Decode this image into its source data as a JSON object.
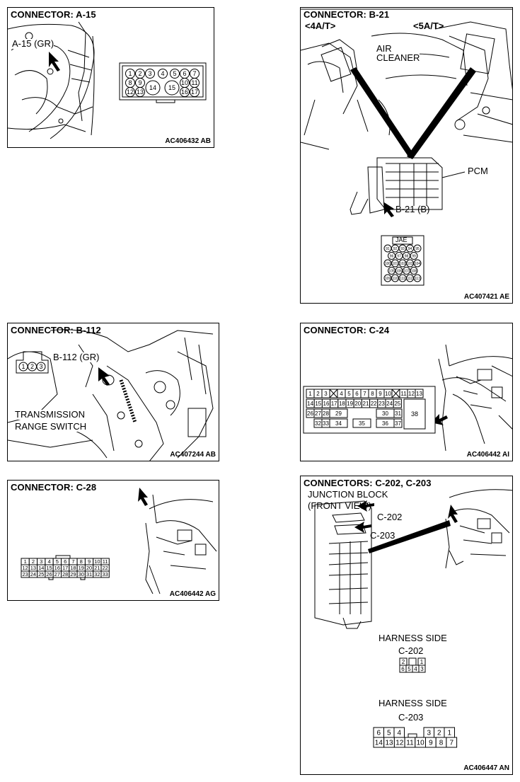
{
  "panels": {
    "a15": {
      "title": "CONNECTOR: A-15",
      "callout": "A-15 (GR)",
      "ref": "AC406432 AB",
      "pins": [
        "1",
        "2",
        "3",
        "4",
        "5",
        "6",
        "7",
        "8",
        "9",
        "10",
        "11",
        "12",
        "13",
        "14",
        "15",
        "16",
        "17"
      ]
    },
    "b21": {
      "title": "CONNECTOR: B-21",
      "variant_4at": "<4A/T>",
      "variant_5at": "<5A/T>",
      "air_cleaner_1": "AIR",
      "air_cleaner_2": "CLEANER",
      "pcm": "PCM",
      "callout": "B-21 (B)",
      "jae": "JAE",
      "ref": "AC407421 AE",
      "pin_rows": [
        [
          "91",
          "92",
          "93",
          "94",
          "95"
        ],
        [
          "96",
          "97",
          "98",
          "99"
        ],
        [
          "100",
          "101",
          "102",
          "103",
          "104"
        ],
        [
          "105",
          "106",
          "107",
          "108"
        ],
        [
          "109",
          "110",
          "111",
          "112",
          "113"
        ]
      ]
    },
    "b112": {
      "title": "CONNECTOR: B-112",
      "callout": "B-112 (GR)",
      "switch_1": "TRANSMISSION",
      "switch_2": "RANGE SWITCH",
      "ref": "AC407244 AB",
      "pins": [
        "1",
        "2",
        "3"
      ]
    },
    "c24": {
      "title": "CONNECTOR: C-24",
      "ref": "AC406442 AI",
      "row1a": [
        "1",
        "2",
        "3"
      ],
      "row1b": [
        "4",
        "5",
        "6",
        "7",
        "8",
        "9",
        "10"
      ],
      "row1c": [
        "11",
        "12",
        "13"
      ],
      "row2": [
        "14",
        "15",
        "16",
        "17",
        "18",
        "19",
        "20",
        "21",
        "22",
        "23",
        "24",
        "25"
      ],
      "row3": [
        "26",
        "27",
        "28",
        "29",
        "30",
        "31"
      ],
      "row4": [
        "32",
        "33",
        "34",
        "35",
        "36",
        "37"
      ],
      "big": "38"
    },
    "c28": {
      "title": "CONNECTOR: C-28",
      "ref": "AC406442 AG",
      "rows": [
        [
          "1",
          "2",
          "3",
          "4",
          "5",
          "6",
          "7",
          "8",
          "9",
          "10",
          "11"
        ],
        [
          "12",
          "13",
          "14",
          "15",
          "16",
          "17",
          "18",
          "19",
          "20",
          "21",
          "22"
        ],
        [
          "23",
          "24",
          "25",
          "26",
          "27",
          "28",
          "29",
          "30",
          "31",
          "32",
          "33"
        ]
      ]
    },
    "c202": {
      "title": "CONNECTORS: C-202, C-203",
      "jb_1": "JUNCTION BLOCK",
      "jb_2": "(FRONT VIEW)",
      "callout_202": "C-202",
      "callout_203": "C-203",
      "harness_1": "HARNESS SIDE",
      "harness_202": "C-202",
      "harness_2": "HARNESS SIDE",
      "harness_203": "C-203",
      "c202_top": [
        "2",
        "1"
      ],
      "c202_bottom": [
        "6",
        "5",
        "4",
        "3"
      ],
      "c203_top_left": [
        "6",
        "5",
        "4"
      ],
      "c203_top_right": [
        "3",
        "2",
        "1"
      ],
      "c203_bottom": [
        "14",
        "13",
        "12",
        "11",
        "10",
        "9",
        "8",
        "7"
      ],
      "ref": "AC406447 AN"
    }
  }
}
